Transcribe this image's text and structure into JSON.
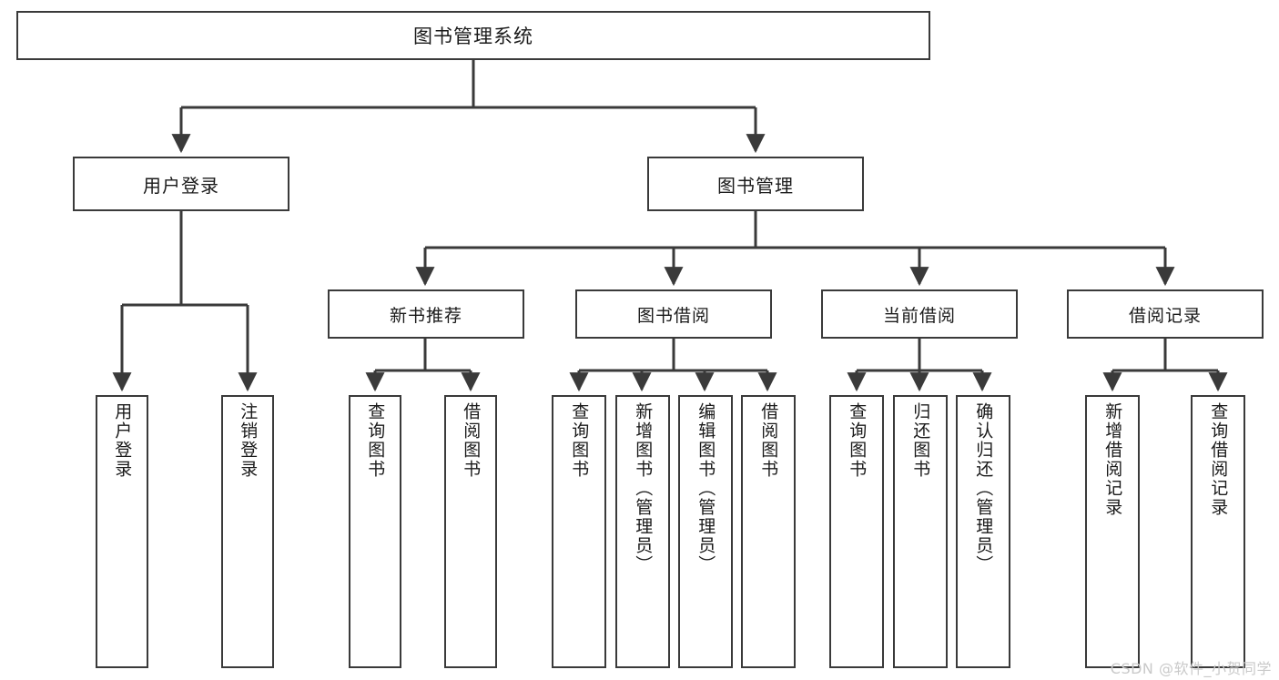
{
  "diagram": {
    "title": "图书管理系统",
    "type": "tree",
    "orientation": "top-down",
    "colors": {
      "node_border": "#3a3a3a",
      "node_fill": "#ffffff",
      "edge": "#3a3a3a",
      "text": "#1a1a1a",
      "watermark": "#c9c9c9",
      "background": "#ffffff"
    },
    "root": {
      "label": "图书管理系统"
    },
    "branches": [
      {
        "label": "用户登录",
        "leaves": [
          {
            "label": "用户登录"
          },
          {
            "label": "注销登录"
          }
        ]
      },
      {
        "label": "图书管理",
        "categories": [
          {
            "label": "新书推荐",
            "leaves": [
              {
                "label": "查询图书"
              },
              {
                "label": "借阅图书"
              }
            ]
          },
          {
            "label": "图书借阅",
            "leaves": [
              {
                "label": "查询图书"
              },
              {
                "label": "新增图书（管理员）"
              },
              {
                "label": "编辑图书（管理员）"
              },
              {
                "label": "借阅图书"
              }
            ]
          },
          {
            "label": "当前借阅",
            "leaves": [
              {
                "label": "查询图书"
              },
              {
                "label": "归还图书"
              },
              {
                "label": "确认归还（管理员）"
              }
            ]
          },
          {
            "label": "借阅记录",
            "leaves": [
              {
                "label": "新增借阅记录"
              },
              {
                "label": "查询借阅记录"
              }
            ]
          }
        ]
      }
    ]
  },
  "watermark": {
    "text": "CSDN @软件_小贺同学"
  }
}
